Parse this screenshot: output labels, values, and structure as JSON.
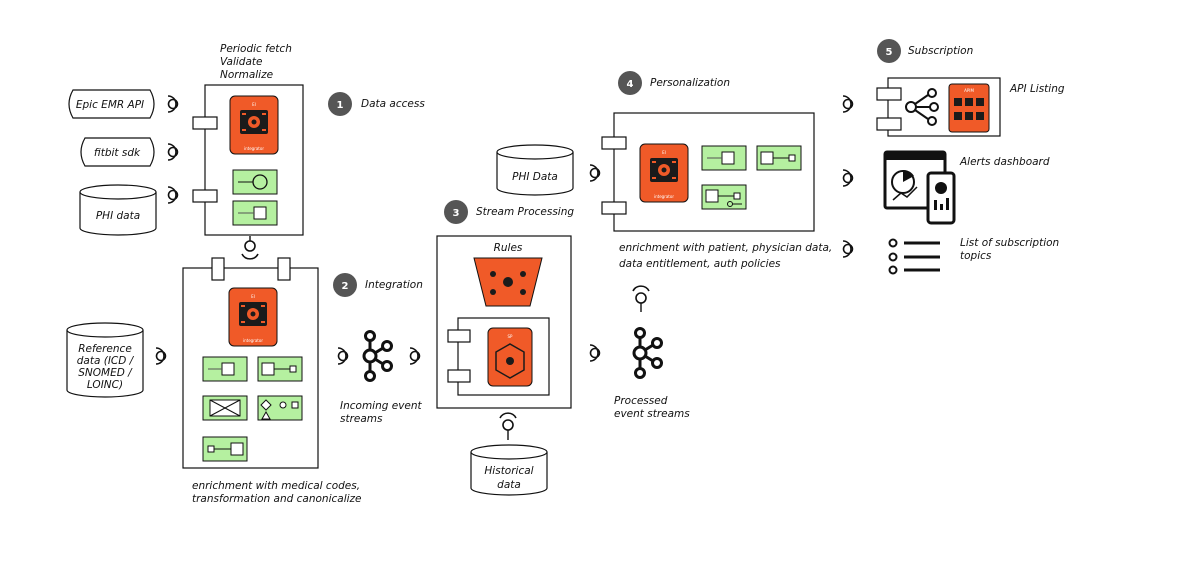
{
  "steps": [
    {
      "number": "1",
      "label": "Data access"
    },
    {
      "number": "2",
      "label": "Integration"
    },
    {
      "number": "3",
      "label": "Stream Processing"
    },
    {
      "number": "4",
      "label": "Personalization"
    },
    {
      "number": "5",
      "label": "Subscription"
    }
  ],
  "data_access": {
    "notes": [
      "Periodic fetch",
      "Validate",
      "Normalize"
    ],
    "sources": {
      "epic": "Epic EMR API",
      "fitbit": "fitbit sdk",
      "phi": "PHI data"
    },
    "integrator_label": "integrator",
    "integrator_badge": "EI"
  },
  "integration": {
    "reference_data": [
      "Reference",
      "data (ICD /",
      "SNOMED /",
      "LOINC)"
    ],
    "integrator_label": "integrator",
    "integrator_badge": "EI",
    "caption": [
      "enrichment with medical codes,",
      "transformation and canonicalize"
    ]
  },
  "incoming_streams": [
    "Incoming event",
    "streams"
  ],
  "stream_processing": {
    "rules_label": "Rules",
    "sp_badge": "SP",
    "historical": [
      "Historical",
      "data"
    ]
  },
  "processed_streams": [
    "Processed",
    "event streams"
  ],
  "personalization": {
    "phi": "PHI Data",
    "integrator_label": "integrator",
    "integrator_badge": "EI",
    "caption": [
      "enrichment with patient, physician data,",
      "data entitlement, auth policies"
    ]
  },
  "subscription": {
    "api_listing": "API Listing",
    "api_badge": "APIM",
    "alerts": "Alerts dashboard",
    "topics": [
      "List of subscription",
      "topics"
    ]
  },
  "colors": {
    "orange": "#f05a28",
    "green": "#b5f0a0",
    "grey_circle": "#555555",
    "ink": "#111111"
  }
}
